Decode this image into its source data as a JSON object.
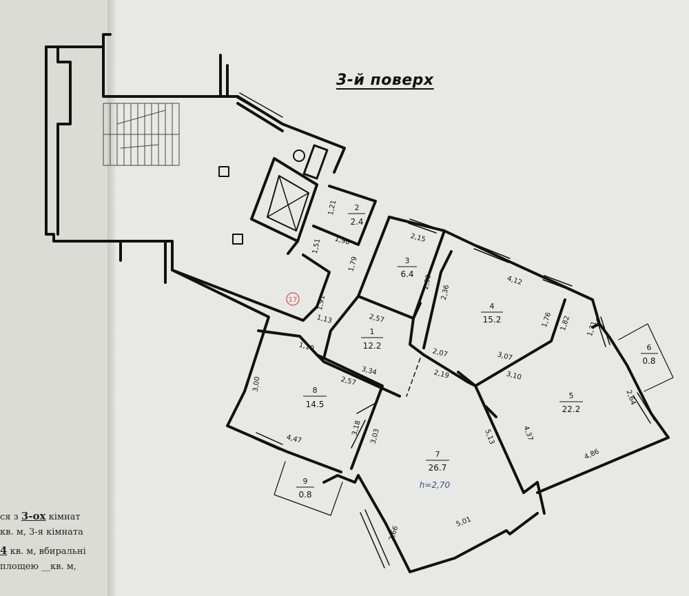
{
  "floor_title": "3-й поверх",
  "left_text": {
    "line1_pre": "ся з ",
    "line1_bold": "3-ох",
    "line1_post": " кімнат",
    "line2": "кв. м, 3-я кімната",
    "line3_bold": "4",
    "line3_post": " кв. м, вбиральні",
    "line4": "площею __кв. м,"
  },
  "stair_marker": "17",
  "ceiling_height": "h=2,70",
  "rooms": [
    {
      "num": "1",
      "area": "12.2"
    },
    {
      "num": "2",
      "area": "2.4"
    },
    {
      "num": "3",
      "area": "6.4"
    },
    {
      "num": "4",
      "area": "15.2"
    },
    {
      "num": "5",
      "area": "22.2"
    },
    {
      "num": "6",
      "area": "0.8"
    },
    {
      "num": "7",
      "area": "26.7"
    },
    {
      "num": "8",
      "area": "14.5"
    },
    {
      "num": "9",
      "area": "0.8"
    }
  ],
  "dimensions": {
    "d_1_21": "1,21",
    "d_1_51": "1,51",
    "d_1_98": "1,98",
    "d_1_79": "1,79",
    "d_2_15": "2,15",
    "d_2_99": "2,99",
    "d_2_36": "2,36",
    "d_4_12": "4,12",
    "d_1_76": "1,76",
    "d_1_82": "1,82",
    "d_1_71": "1,71",
    "d_3_07": "3,07",
    "d_3_10": "3,10",
    "d_2_07": "2,07",
    "d_2_19": "2,19",
    "d_1_91": "1,91",
    "d_1_13": "1,13",
    "d_2_57a": "2,57",
    "d_1_10": "1,10",
    "d_3_34": "3,34",
    "d_2_57b": "2,57",
    "d_3_00": "3,00",
    "d_3_18": "3,18",
    "d_3_03": "3,03",
    "d_4_47": "4,47",
    "d_5_13": "5,13",
    "d_4_37": "4,37",
    "d_2_64": "2,64",
    "d_4_86": "4,86",
    "d_5_01": "5,01",
    "d_2_66": "2,66"
  }
}
